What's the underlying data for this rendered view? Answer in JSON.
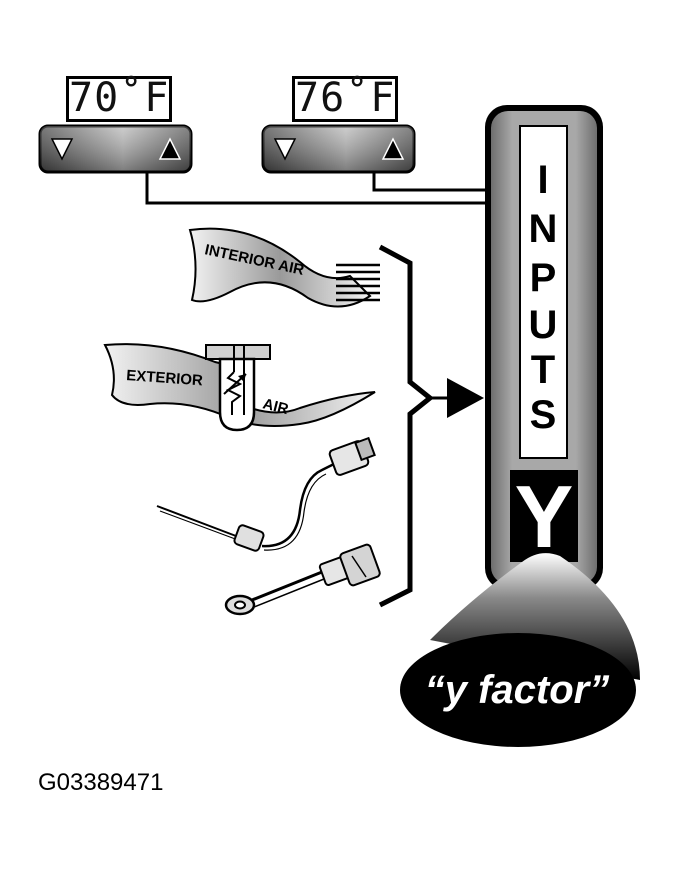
{
  "thermostats": [
    {
      "temperature": "70˚F"
    },
    {
      "temperature": "76˚F"
    }
  ],
  "sensors": {
    "interior_label": "INTERIOR AIR",
    "exterior_label_left": "EXTERIOR",
    "exterior_label_right": "AIR"
  },
  "inputs_panel": {
    "letters": [
      "I",
      "N",
      "P",
      "U",
      "T",
      "S"
    ],
    "badge": "Y"
  },
  "callout": "“y factor”",
  "figure_code": "G03389471",
  "colors": {
    "panel": "#9a9a9a",
    "ink": "#000000",
    "paper": "#ffffff"
  }
}
